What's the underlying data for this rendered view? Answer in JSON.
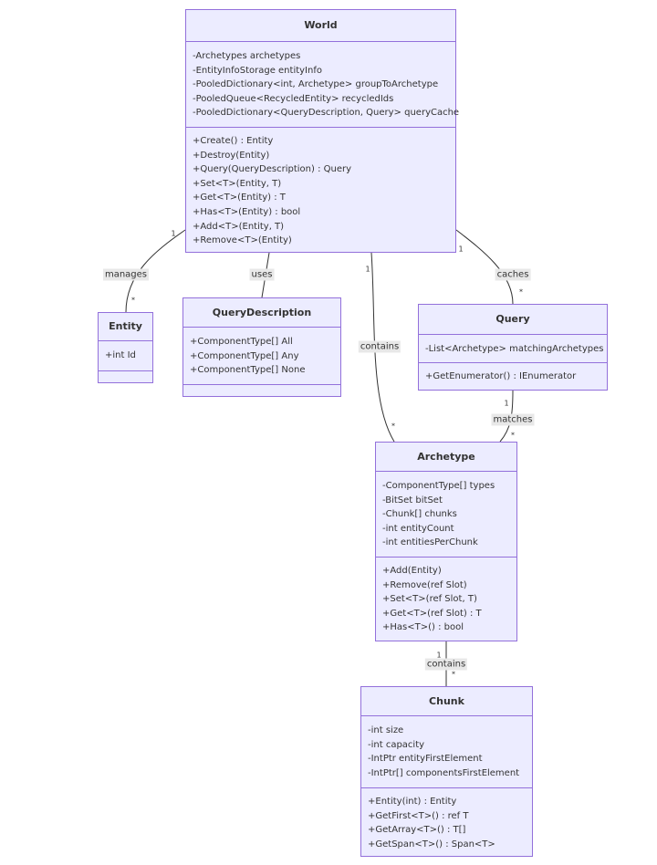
{
  "classes": {
    "world": {
      "name": "World",
      "attributes": [
        "-Archetypes archetypes",
        "-EntityInfoStorage entityInfo",
        "-PooledDictionary<int, Archetype> groupToArchetype",
        "-PooledQueue<RecycledEntity> recycledIds",
        "-PooledDictionary<QueryDescription, Query> queryCache"
      ],
      "methods": [
        "+Create() : Entity",
        "+Destroy(Entity)",
        "+Query(QueryDescription) : Query",
        "+Set<T>(Entity, T)",
        "+Get<T>(Entity) : T",
        "+Has<T>(Entity) : bool",
        "+Add<T>(Entity, T)",
        "+Remove<T>(Entity)"
      ]
    },
    "entity": {
      "name": "Entity",
      "attributes": [
        "+int Id"
      ],
      "methods": []
    },
    "query_description": {
      "name": "QueryDescription",
      "attributes": [
        "+ComponentType[] All",
        "+ComponentType[] Any",
        "+ComponentType[] None"
      ],
      "methods": []
    },
    "query": {
      "name": "Query",
      "attributes": [
        "-List<Archetype> matchingArchetypes"
      ],
      "methods": [
        "+GetEnumerator() : IEnumerator"
      ]
    },
    "archetype": {
      "name": "Archetype",
      "attributes": [
        "-ComponentType[] types",
        "-BitSet bitSet",
        "-Chunk[] chunks",
        "-int entityCount",
        "-int entitiesPerChunk"
      ],
      "methods": [
        "+Add(Entity)",
        "+Remove(ref Slot)",
        "+Set<T>(ref Slot, T)",
        "+Get<T>(ref Slot) : T",
        "+Has<T>() : bool"
      ]
    },
    "chunk": {
      "name": "Chunk",
      "attributes": [
        "-int size",
        "-int capacity",
        "-IntPtr entityFirstElement",
        "-IntPtr[] componentsFirstElement"
      ],
      "methods": [
        "+Entity(int) : Entity",
        "+GetFirst<T>() : ref T",
        "+GetArray<T>() : T[]",
        "+GetSpan<T>() : Span<T>"
      ]
    }
  },
  "relations": [
    {
      "id": "manages",
      "label": "manages",
      "from_card": "1",
      "to_card": "*"
    },
    {
      "id": "uses",
      "label": "uses"
    },
    {
      "id": "contains-archetype",
      "label": "contains",
      "from_card": "1",
      "to_card": "*"
    },
    {
      "id": "caches",
      "label": "caches",
      "from_card": "1",
      "to_card": "*"
    },
    {
      "id": "matches",
      "label": "matches",
      "from_card": "1",
      "to_card": "*"
    },
    {
      "id": "contains-chunk",
      "label": "contains",
      "from_card": "1",
      "to_card": "*"
    }
  ]
}
